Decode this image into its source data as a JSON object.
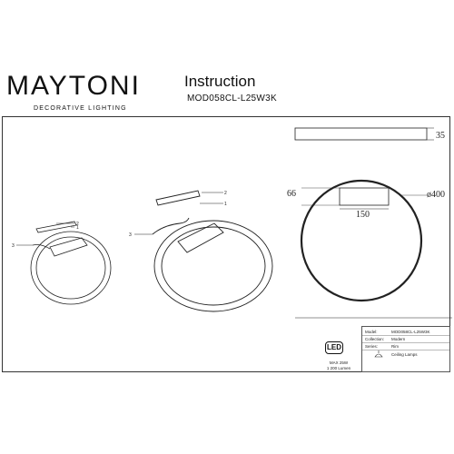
{
  "brand": {
    "name": "MAYTONI",
    "tagline": "DECORATIVE LIGHTING"
  },
  "document": {
    "title": "Instruction",
    "model": "MOD058CL-L25W3K"
  },
  "dimensions": {
    "height_top": "35",
    "depth_left": "66",
    "base_width": "150",
    "diameter": "ø400"
  },
  "callouts": {
    "one": "1",
    "two": "2",
    "three": "3"
  },
  "led": {
    "badge": "LED",
    "max_power": "MAX 25W",
    "lumen": "1 200 Lumen"
  },
  "spec": {
    "rows": [
      {
        "key": "Model:",
        "value": "MOD058CL-L25W3K"
      },
      {
        "key": "Collection:",
        "value": "Modern"
      },
      {
        "key": "Series:",
        "value": "Rim"
      }
    ],
    "category": "Ceiling Lamps"
  }
}
